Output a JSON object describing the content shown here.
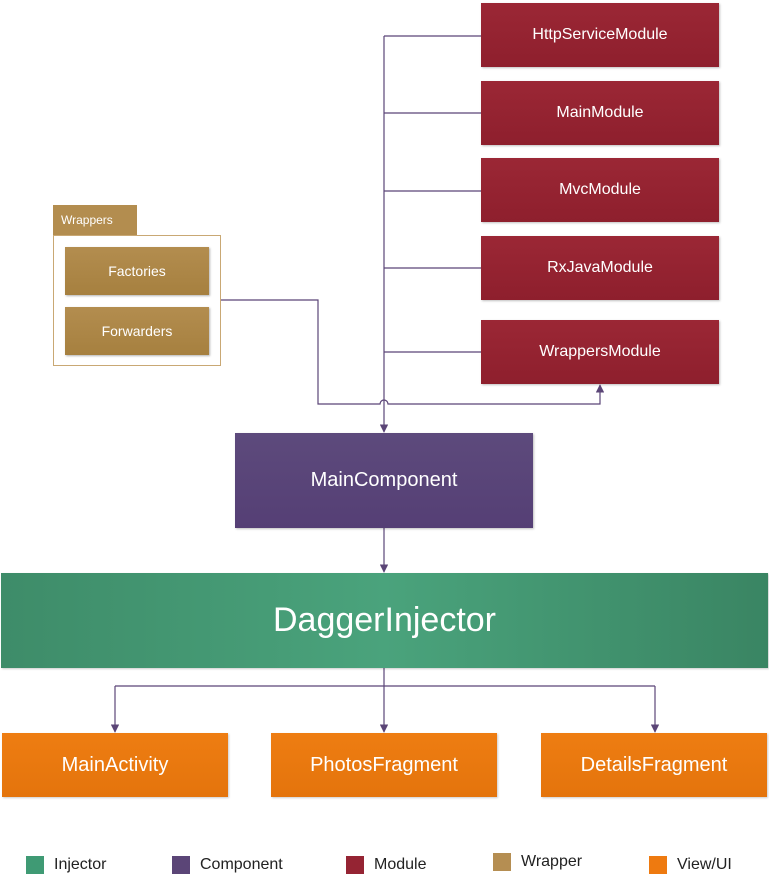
{
  "modules": [
    {
      "label": "HttpServiceModule"
    },
    {
      "label": "MainModule"
    },
    {
      "label": "MvcModule"
    },
    {
      "label": "RxJavaModule"
    },
    {
      "label": "WrappersModule"
    }
  ],
  "wrappers": {
    "title": "Wrappers",
    "items": [
      {
        "label": "Factories"
      },
      {
        "label": "Forwarders"
      }
    ]
  },
  "component": {
    "label": "MainComponent"
  },
  "injector": {
    "label": "DaggerInjector"
  },
  "views": [
    {
      "label": "MainActivity"
    },
    {
      "label": "PhotosFragment"
    },
    {
      "label": "DetailsFragment"
    }
  ],
  "legend": [
    {
      "label": "Injector",
      "color": "#3f9a74"
    },
    {
      "label": "Component",
      "color": "#5b4577"
    },
    {
      "label": "Module",
      "color": "#952433"
    },
    {
      "label": "Wrapper",
      "color": "#b58e52"
    },
    {
      "label": "View/UI",
      "color": "#ee7a10"
    }
  ],
  "colors": {
    "connector": "#5b4577"
  }
}
